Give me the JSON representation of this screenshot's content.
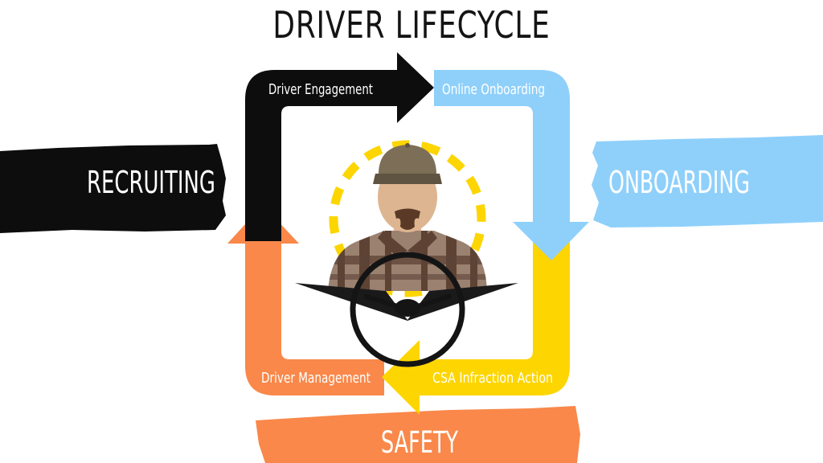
{
  "title": "DRIVER LIFECYCLE",
  "stages": {
    "driver_engagement": "Driver Engagement",
    "online_onboarding": "Online Onboarding",
    "csa_infraction_action": "CSA Infraction Action",
    "driver_management": "Driver Management"
  },
  "banners": {
    "recruiting": "RECRUITING",
    "onboarding": "ONBOARDING",
    "safety": "SAFETY"
  },
  "colors": {
    "black": "#0d0d0d",
    "blue": "#8fd0fb",
    "yellow": "#fdd500",
    "orange": "#f9884a",
    "skin": "#ddb591",
    "cap": "#7d6f57",
    "shirt_base": "#9a8170",
    "shirt_dark": "#5e4335"
  }
}
